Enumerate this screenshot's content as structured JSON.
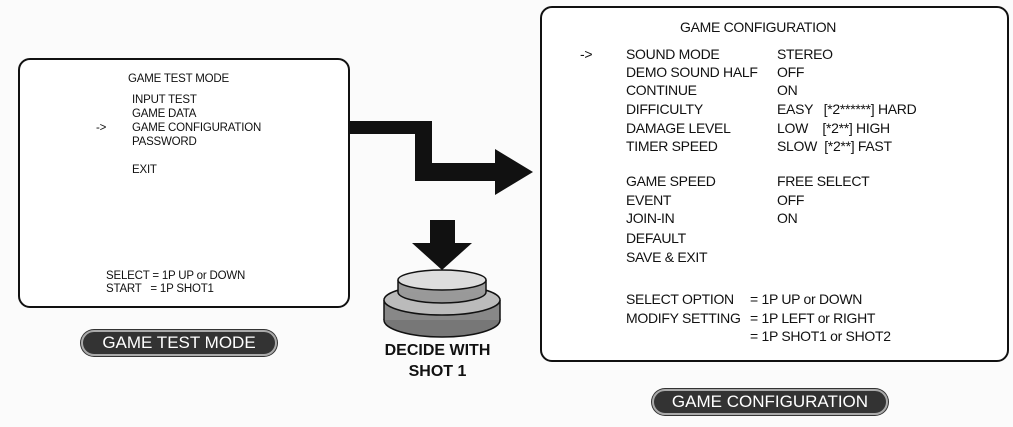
{
  "test_screen": {
    "title": "GAME TEST MODE",
    "cursor": "->",
    "items": [
      "INPUT TEST",
      "GAME DATA",
      "GAME CONFIGURATION",
      "PASSWORD",
      "EXIT"
    ],
    "footer": [
      "SELECT = 1P UP or DOWN",
      "START   = 1P SHOT1"
    ]
  },
  "test_label": "GAME TEST MODE",
  "decide_label": [
    "DECIDE WITH",
    "SHOT 1"
  ],
  "config_screen": {
    "title": "GAME CONFIGURATION",
    "cursor": "->",
    "rows": [
      {
        "name": "SOUND MODE",
        "value": "STEREO"
      },
      {
        "name": "DEMO SOUND HALF",
        "value": "OFF"
      },
      {
        "name": "CONTINUE",
        "value": "ON"
      },
      {
        "name": "DIFFICULTY",
        "value": "EASY   [*2******] HARD"
      },
      {
        "name": "DAMAGE LEVEL",
        "value": "LOW    [*2**] HIGH"
      },
      {
        "name": "TIMER SPEED",
        "value": "SLOW  [*2**] FAST"
      },
      {
        "name": "GAME SPEED",
        "value": "FREE SELECT"
      },
      {
        "name": "EVENT",
        "value": "OFF"
      },
      {
        "name": "JOIN-IN",
        "value": "ON"
      },
      {
        "name": "DEFAULT",
        "value": ""
      },
      {
        "name": "SAVE & EXIT",
        "value": ""
      }
    ],
    "help": [
      {
        "name": "SELECT OPTION",
        "value": "= 1P UP or DOWN"
      },
      {
        "name": "MODIFY SETTING",
        "value": "= 1P LEFT or RIGHT"
      },
      {
        "name": "",
        "value": "= 1P SHOT1 or SHOT2"
      }
    ]
  },
  "config_label": "GAME CONFIGURATION"
}
